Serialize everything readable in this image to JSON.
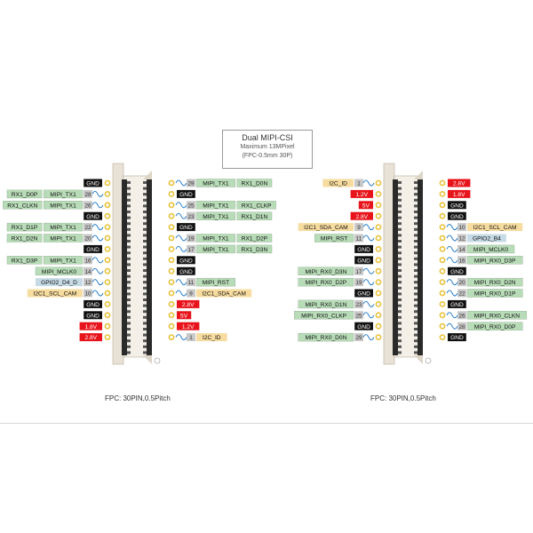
{
  "header": {
    "title": "Dual MIPI-CSI",
    "line2": "Maximum 13MPixel",
    "line3": "(FPC-0.5mm 30P)"
  },
  "left_connector": {
    "caption": "FPC: 30PIN,0.5Pitch",
    "left_rows": [
      {
        "labels": [
          {
            "text": "GND",
            "type": "gnd"
          }
        ]
      },
      {
        "num": "28",
        "labels": [
          {
            "text": "MIPI_TX1",
            "type": "mipi"
          },
          {
            "text": "RX1_D0P",
            "type": "mipi"
          }
        ]
      },
      {
        "num": "26",
        "labels": [
          {
            "text": "MIPI_TX1",
            "type": "mipi"
          },
          {
            "text": "RX1_CLKN",
            "type": "mipi"
          }
        ]
      },
      {
        "labels": [
          {
            "text": "GND",
            "type": "gnd"
          }
        ]
      },
      {
        "num": "22",
        "labels": [
          {
            "text": "MIPI_TX1",
            "type": "mipi"
          },
          {
            "text": "RX1_D1P",
            "type": "mipi"
          }
        ]
      },
      {
        "num": "20",
        "labels": [
          {
            "text": "MIPI_TX1",
            "type": "mipi"
          },
          {
            "text": "RX1_D2N",
            "type": "mipi"
          }
        ]
      },
      {
        "labels": [
          {
            "text": "GND",
            "type": "gnd"
          }
        ]
      },
      {
        "num": "16",
        "labels": [
          {
            "text": "MIPI_TX1",
            "type": "mipi"
          },
          {
            "text": "RX1_D3P",
            "type": "mipi"
          }
        ]
      },
      {
        "num": "14",
        "labels": [
          {
            "text": "MIPI_MCLK0",
            "type": "mipi"
          }
        ]
      },
      {
        "num": "12",
        "labels": [
          {
            "text": "GPIO2_D4_D",
            "type": "gpio"
          }
        ]
      },
      {
        "num": "10",
        "labels": [
          {
            "text": "I2C1_SCL_CAM",
            "type": "i2c"
          }
        ]
      },
      {
        "labels": [
          {
            "text": "GND",
            "type": "gnd"
          }
        ]
      },
      {
        "labels": [
          {
            "text": "GND",
            "type": "gnd"
          }
        ]
      },
      {
        "labels": [
          {
            "text": "1.8V",
            "type": "pwr"
          }
        ]
      },
      {
        "labels": [
          {
            "text": "2.8V",
            "type": "pwr"
          }
        ]
      }
    ],
    "right_rows": [
      {
        "num": "29",
        "labels": [
          {
            "text": "MIPI_TX1",
            "type": "mipi"
          },
          {
            "text": "RX1_D0N",
            "type": "mipi"
          }
        ]
      },
      {
        "labels": [
          {
            "text": "GND",
            "type": "gnd"
          }
        ]
      },
      {
        "num": "25",
        "labels": [
          {
            "text": "MIPI_TX1",
            "type": "mipi"
          },
          {
            "text": "RX1_CLKP",
            "type": "mipi"
          }
        ]
      },
      {
        "num": "23",
        "labels": [
          {
            "text": "MIPI_TX1",
            "type": "mipi"
          },
          {
            "text": "RX1_D1N",
            "type": "mipi"
          }
        ]
      },
      {
        "labels": [
          {
            "text": "GND",
            "type": "gnd"
          }
        ]
      },
      {
        "num": "19",
        "labels": [
          {
            "text": "MIPI_TX1",
            "type": "mipi"
          },
          {
            "text": "RX1_D2P",
            "type": "mipi"
          }
        ]
      },
      {
        "num": "17",
        "labels": [
          {
            "text": "MIPI_TX1",
            "type": "mipi"
          },
          {
            "text": "RX1_D3N",
            "type": "mipi"
          }
        ]
      },
      {
        "labels": [
          {
            "text": "GND",
            "type": "gnd"
          }
        ]
      },
      {
        "labels": [
          {
            "text": "GND",
            "type": "gnd"
          }
        ]
      },
      {
        "num": "11",
        "labels": [
          {
            "text": "MIPI_RST",
            "type": "mipi"
          }
        ]
      },
      {
        "num": "9",
        "labels": [
          {
            "text": "I2C1_SDA_CAM",
            "type": "i2c"
          }
        ]
      },
      {
        "labels": [
          {
            "text": "2.8V",
            "type": "pwr"
          }
        ]
      },
      {
        "labels": [
          {
            "text": "5V",
            "type": "pwr"
          }
        ]
      },
      {
        "labels": [
          {
            "text": "1.2V",
            "type": "pwr"
          }
        ]
      },
      {
        "num": "1",
        "labels": [
          {
            "text": "I2C_ID",
            "type": "i2c"
          }
        ]
      }
    ]
  },
  "right_connector": {
    "caption": "FPC: 30PIN,0.5Pitch",
    "left_rows": [
      {
        "num": "1",
        "labels": [
          {
            "text": "I2C_ID",
            "type": "i2c"
          }
        ]
      },
      {
        "labels": [
          {
            "text": "1.2V",
            "type": "pwr"
          }
        ]
      },
      {
        "labels": [
          {
            "text": "5V",
            "type": "pwr"
          }
        ]
      },
      {
        "labels": [
          {
            "text": "2.8V",
            "type": "pwr"
          }
        ]
      },
      {
        "num": "9",
        "labels": [
          {
            "text": "I2C1_SDA_CAM",
            "type": "i2c"
          }
        ]
      },
      {
        "num": "11",
        "labels": [
          {
            "text": "MIPI_RST",
            "type": "mipi"
          }
        ]
      },
      {
        "labels": [
          {
            "text": "GND",
            "type": "gnd"
          }
        ]
      },
      {
        "labels": [
          {
            "text": "GND",
            "type": "gnd"
          }
        ]
      },
      {
        "num": "17",
        "labels": [
          {
            "text": "MIPI_RX0_D3N",
            "type": "mipi"
          }
        ]
      },
      {
        "num": "19",
        "labels": [
          {
            "text": "MIPI_RX0_D2P",
            "type": "mipi"
          }
        ]
      },
      {
        "labels": [
          {
            "text": "GND",
            "type": "gnd"
          }
        ]
      },
      {
        "num": "23",
        "labels": [
          {
            "text": "MIPI_RX0_D1N",
            "type": "mipi"
          }
        ]
      },
      {
        "num": "25",
        "labels": [
          {
            "text": "MIPI_RX0_CLKP",
            "type": "mipi"
          }
        ]
      },
      {
        "labels": [
          {
            "text": "GND",
            "type": "gnd"
          }
        ]
      },
      {
        "num": "29",
        "labels": [
          {
            "text": "MIPI_RX0_D0N",
            "type": "mipi"
          }
        ]
      }
    ],
    "right_rows": [
      {
        "labels": [
          {
            "text": "2.8V",
            "type": "pwr"
          }
        ]
      },
      {
        "labels": [
          {
            "text": "1.8V",
            "type": "pwr"
          }
        ]
      },
      {
        "labels": [
          {
            "text": "GND",
            "type": "gnd"
          }
        ]
      },
      {
        "labels": [
          {
            "text": "GND",
            "type": "gnd"
          }
        ]
      },
      {
        "num": "10",
        "labels": [
          {
            "text": "I2C1_SCL_CAM",
            "type": "i2c"
          }
        ]
      },
      {
        "num": "12",
        "labels": [
          {
            "text": "GPIO2_B4",
            "type": "gpio"
          }
        ]
      },
      {
        "num": "14",
        "labels": [
          {
            "text": "MIPI_MCLK0",
            "type": "mipi"
          }
        ]
      },
      {
        "num": "16",
        "labels": [
          {
            "text": "MIPI_RX0_D3P",
            "type": "mipi"
          }
        ]
      },
      {
        "labels": [
          {
            "text": "GND",
            "type": "gnd"
          }
        ]
      },
      {
        "num": "20",
        "labels": [
          {
            "text": "MIPI_RX0_D2N",
            "type": "mipi"
          }
        ]
      },
      {
        "num": "22",
        "labels": [
          {
            "text": "MIPI_RX0_D1P",
            "type": "mipi"
          }
        ]
      },
      {
        "labels": [
          {
            "text": "GND",
            "type": "gnd"
          }
        ]
      },
      {
        "num": "26",
        "labels": [
          {
            "text": "MIPI_RX0_CLKN",
            "type": "mipi"
          }
        ]
      },
      {
        "num": "28",
        "labels": [
          {
            "text": "MIPI_RX0_D0P",
            "type": "mipi"
          }
        ]
      },
      {
        "labels": [
          {
            "text": "GND",
            "type": "gnd"
          }
        ]
      }
    ]
  },
  "colors": {
    "gnd_bg": "#111111",
    "gnd_text": "#ffffff",
    "pwr_bg": "#e8141b",
    "pwr_text": "#ffffff",
    "mipi_bg": "#b8dcb8",
    "mipi_text": "#111111",
    "gpio_bg": "#c6dbe6",
    "gpio_text": "#111111",
    "i2c_bg": "#f7dca0",
    "i2c_text": "#111111",
    "num_bg": "#c8c8c8",
    "wire": "#2a7fc9",
    "pad": "#e8c23a",
    "connector_body": "#e8e2d6",
    "connector_pins": "#2a2a2a"
  }
}
